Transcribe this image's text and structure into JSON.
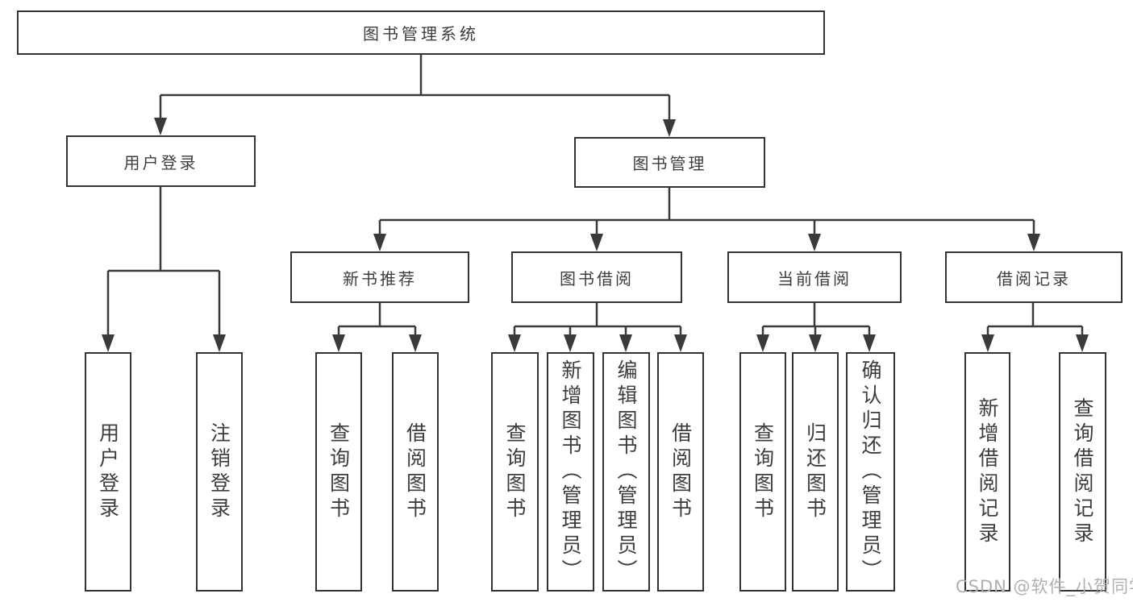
{
  "diagram_title": "图书管理系统",
  "watermark": {
    "text": "CSDN @软件_小贺同学",
    "color": "#b0b0b0"
  },
  "colors": {
    "line": "#3a3a3a",
    "box_border": "#333333",
    "text": "#3d3d3d",
    "background": "#ffffff"
  },
  "tree": {
    "root": {
      "label": "图书管理系统"
    },
    "branches": [
      {
        "label": "用户登录",
        "children": [
          {
            "label": "用户登录"
          },
          {
            "label": "注销登录"
          }
        ]
      },
      {
        "label": "图书管理",
        "children": [
          {
            "label": "新书推荐",
            "children": [
              {
                "label": "查询图书"
              },
              {
                "label": "借阅图书"
              }
            ]
          },
          {
            "label": "图书借阅",
            "children": [
              {
                "label": "查询图书"
              },
              {
                "label": "新增图书（管理员）"
              },
              {
                "label": "编辑图书（管理员）"
              },
              {
                "label": "借阅图书"
              }
            ]
          },
          {
            "label": "当前借阅",
            "children": [
              {
                "label": "查询图书"
              },
              {
                "label": "归还图书"
              },
              {
                "label": "确认归还（管理员）"
              }
            ]
          },
          {
            "label": "借阅记录",
            "children": [
              {
                "label": "新增借阅记录"
              },
              {
                "label": "查询借阅记录"
              }
            ]
          }
        ]
      }
    ]
  }
}
